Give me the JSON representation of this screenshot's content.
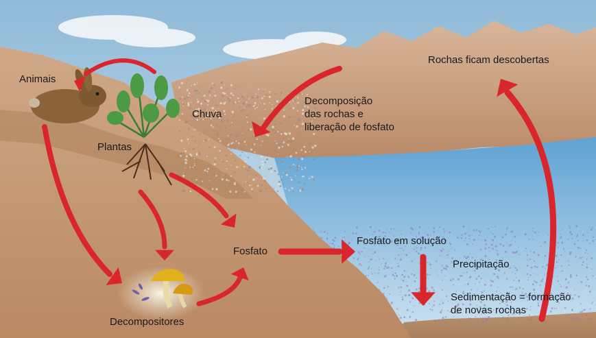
{
  "labels": {
    "animais": "Animais",
    "plantas": "Plantas",
    "chuva": "Chuva",
    "decomposicao": "Decomposição\ndas rochas e\nliberação de fosfato",
    "rochas_descobertas": "Rochas ficam descobertas",
    "fosfato": "Fosfato",
    "fosfato_solucao": "Fosfato em solução",
    "precipitacao": "Precipitação",
    "sedimentacao": "Sedimentação = formação\nde novas rochas",
    "decompositores": "Decompositores"
  },
  "colors": {
    "sky": "#bcd8ea",
    "mountain": "#c9a384",
    "soil": "#c9a07c",
    "water": "#7fb6dc",
    "arrow": "#d9262c",
    "sediment": "#8a78b8"
  },
  "icons": [
    "rabbit-icon",
    "plant-icon",
    "mushroom-icon"
  ]
}
